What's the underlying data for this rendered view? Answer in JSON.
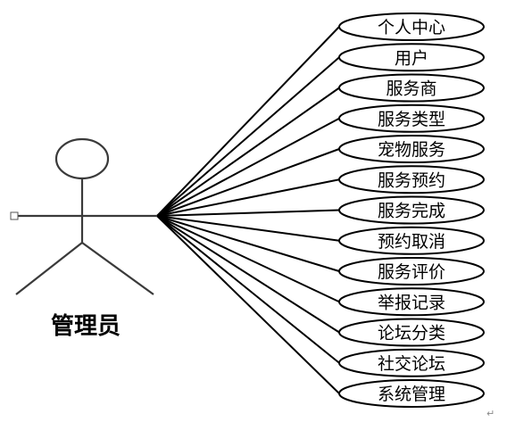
{
  "actor": {
    "label": "管理员"
  },
  "use_cases": [
    "个人中心",
    "用户",
    "服务商",
    "服务类型",
    "宠物服务",
    "服务预约",
    "服务完成",
    "预约取消",
    "服务评价",
    "举报记录",
    "论坛分类",
    "社交论坛",
    "系统管理"
  ],
  "trailing_mark": "↵"
}
